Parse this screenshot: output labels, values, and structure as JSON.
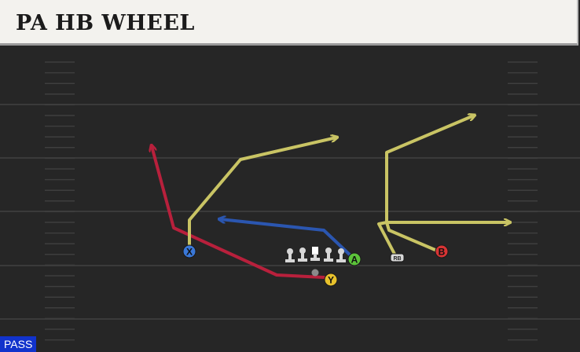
{
  "play": {
    "title": "PA HB WHEEL",
    "play_type": "PASS"
  },
  "players": [
    {
      "id": "x",
      "label": "X",
      "color": "#3a78d8"
    },
    {
      "id": "y",
      "label": "Y",
      "color": "#e8c22c"
    },
    {
      "id": "a",
      "label": "A",
      "color": "#5cc43a"
    },
    {
      "id": "b",
      "label": "B",
      "color": "#d83434"
    },
    {
      "id": "rb",
      "label": "RB",
      "color": "#d8d8d8"
    }
  ],
  "route_colors": {
    "red": "#b8203c",
    "yellow": "#c9c464",
    "blue": "#2b56b0"
  }
}
